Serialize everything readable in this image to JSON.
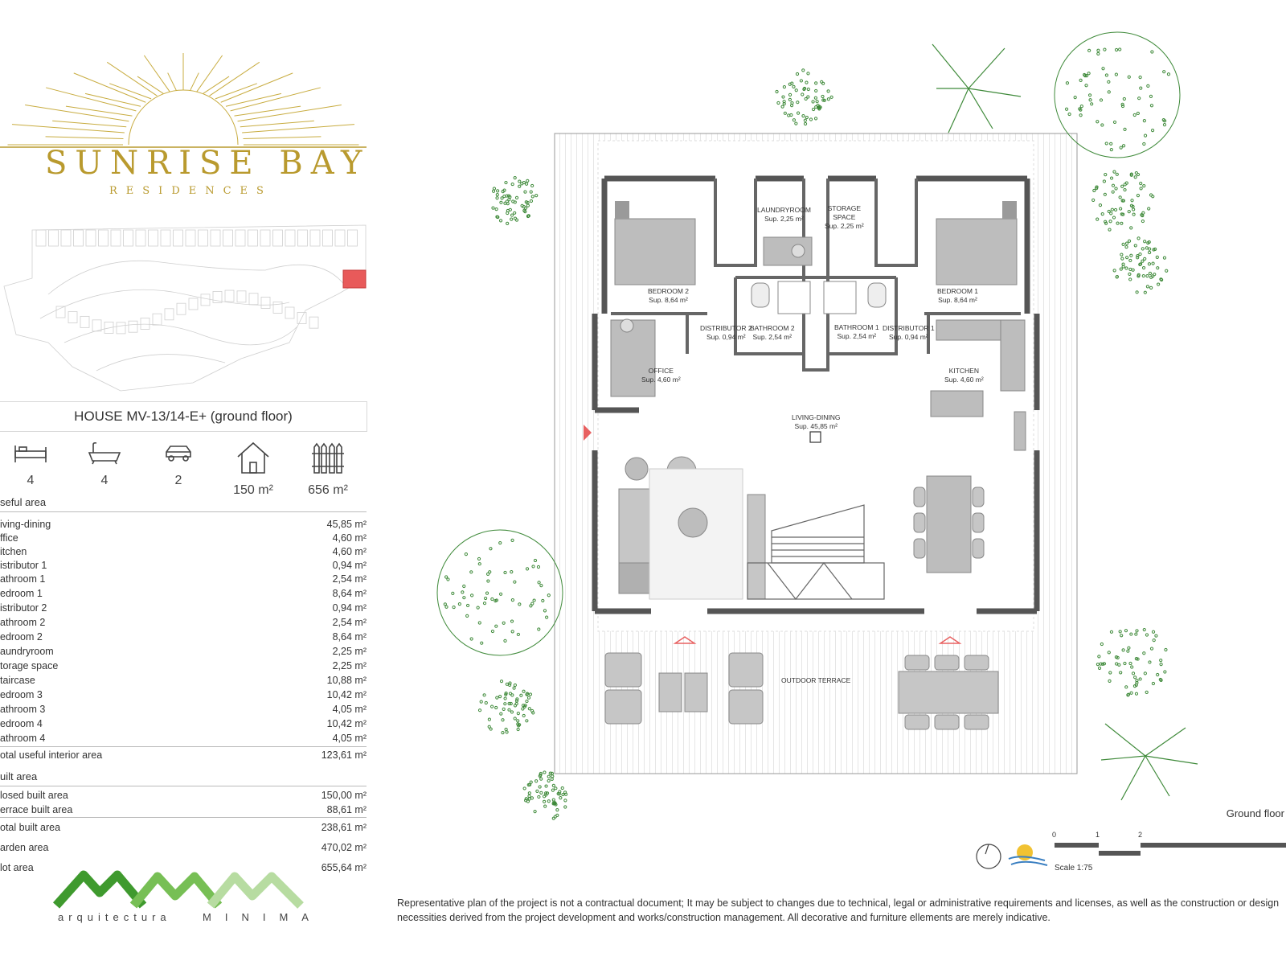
{
  "brand": {
    "title": "SUNRISE BAY",
    "subtitle": "RESIDENCES"
  },
  "house": {
    "title": "HOUSE MV-13/14-E+ (ground floor)"
  },
  "features": [
    {
      "icon": "bed-icon",
      "value": "4"
    },
    {
      "icon": "bathtub-icon",
      "value": "4"
    },
    {
      "icon": "car-icon",
      "value": "2"
    },
    {
      "icon": "house-icon",
      "value": "150 m²"
    },
    {
      "icon": "fence-icon",
      "value": "656 m²"
    }
  ],
  "useful_area": {
    "label": "seful area",
    "rows": [
      {
        "label": "iving-dining",
        "value": "45,85 m²"
      },
      {
        "label": "ffice",
        "value": "4,60 m²"
      },
      {
        "label": "itchen",
        "value": "4,60 m²"
      },
      {
        "label": "istributor 1",
        "value": "0,94 m²"
      },
      {
        "label": "athroom 1",
        "value": "2,54 m²"
      },
      {
        "label": "edroom 1",
        "value": "8,64 m²"
      },
      {
        "label": "istributor 2",
        "value": "0,94 m²"
      },
      {
        "label": "athroom 2",
        "value": "2,54 m²"
      },
      {
        "label": "edroom 2",
        "value": "8,64 m²"
      },
      {
        "label": "aundryroom",
        "value": "2,25 m²"
      },
      {
        "label": "torage space",
        "value": "2,25 m²"
      },
      {
        "label": "taircase",
        "value": "10,88 m²"
      },
      {
        "label": "edroom 3",
        "value": "10,42 m²"
      },
      {
        "label": "athroom 3",
        "value": "4,05 m²"
      },
      {
        "label": "edroom 4",
        "value": "10,42 m²"
      },
      {
        "label": "athroom 4",
        "value": "4,05 m²"
      }
    ],
    "total_label": "otal useful interior area",
    "total_value": "123,61 m²"
  },
  "built_area": {
    "label": "uilt area",
    "closed_label": "losed built area",
    "closed_value": "150,00 m²",
    "terrace_label": "errace built area",
    "terrace_value": "88,61 m²",
    "total_label": "otal built area",
    "total_value": "238,61 m²",
    "garden_label": "arden area",
    "garden_value": "470,02 m²",
    "plot_label": "lot area",
    "plot_value": "655,64 m²"
  },
  "plan": {
    "laundry": "LAUNDRYROOM",
    "laundry_sup": "Sup. 2,25 m²",
    "storage": "STORAGE",
    "storage2": "SPACE",
    "storage_sup": "Sup. 2,25 m²",
    "bedroom2": "BEDROOM 2",
    "bedroom2_sup": "Sup. 8,64 m²",
    "bedroom1": "BEDROOM 1",
    "bedroom1_sup": "Sup. 8,64 m²",
    "distributor2": "DISTRIBUTOR 2",
    "distributor2_sup": "Sup. 0,94 m²",
    "bathroom2": "BATHROOM 2",
    "bathroom2_sup": "Sup. 2,54 m²",
    "bathroom1": "BATHROOM 1",
    "bathroom1_sup": "Sup. 2,54 m²",
    "distributor1": "DISTRIBUTOR 1",
    "distributor1_sup": "Sup. 0,94 m²",
    "office": "OFFICE",
    "office_sup": "Sup. 4,60 m²",
    "kitchen": "KITCHEN",
    "kitchen_sup": "Sup. 4,60 m²",
    "living": "LIVING-DINING",
    "living_sup": "Sup. 45,85 m²",
    "terrace": "OUTDOOR TERRACE"
  },
  "legend": {
    "ground_floor": "Ground floor",
    "scale": "Scale 1:75",
    "scale_ticks": [
      "0",
      "1",
      "2"
    ]
  },
  "footer": {
    "disclaimer": "Representative plan of the project is not a contractual document; It may be subject to changes due to technical, legal or administrative requirements and licenses, as well as the construction or design necessities derived from the project development and works/construction management. All decorative and furniture ellements are merely indicative.",
    "logo_word1": "arquitectura",
    "logo_word2": "MINIMA"
  },
  "colors": {
    "gold": "#b99a2e",
    "green": "#4a9a3a",
    "plot_highlight": "#e85a5a"
  }
}
